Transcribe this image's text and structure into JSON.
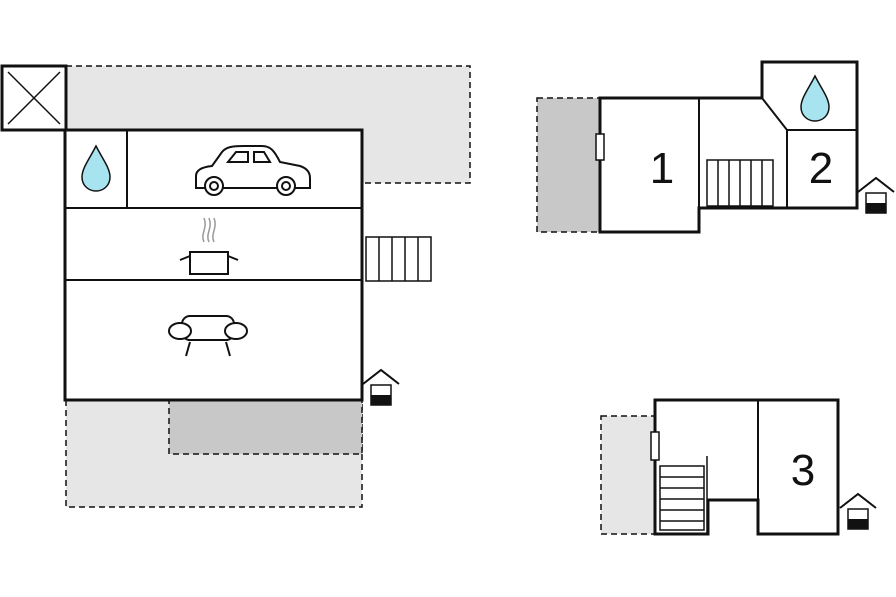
{
  "floorplan": {
    "rooms": {
      "bedroom_1": {
        "label": "1"
      },
      "bedroom_2": {
        "label": "2"
      },
      "bedroom_3": {
        "label": "3"
      }
    },
    "icons": {
      "bathroom": "water-drop-icon",
      "garage": "car-icon",
      "kitchen": "cooking-pot-icon",
      "living": "sofa-icon",
      "entrance": "entrance-house-icon",
      "void": "void-cross-icon",
      "stairs": "stairs-icon",
      "window": "window-icon"
    },
    "colors": {
      "wall": "#111111",
      "terrace": "#e6e6e6",
      "dark_terrace": "#c8c8c8",
      "water": "#a8e4ef"
    }
  }
}
